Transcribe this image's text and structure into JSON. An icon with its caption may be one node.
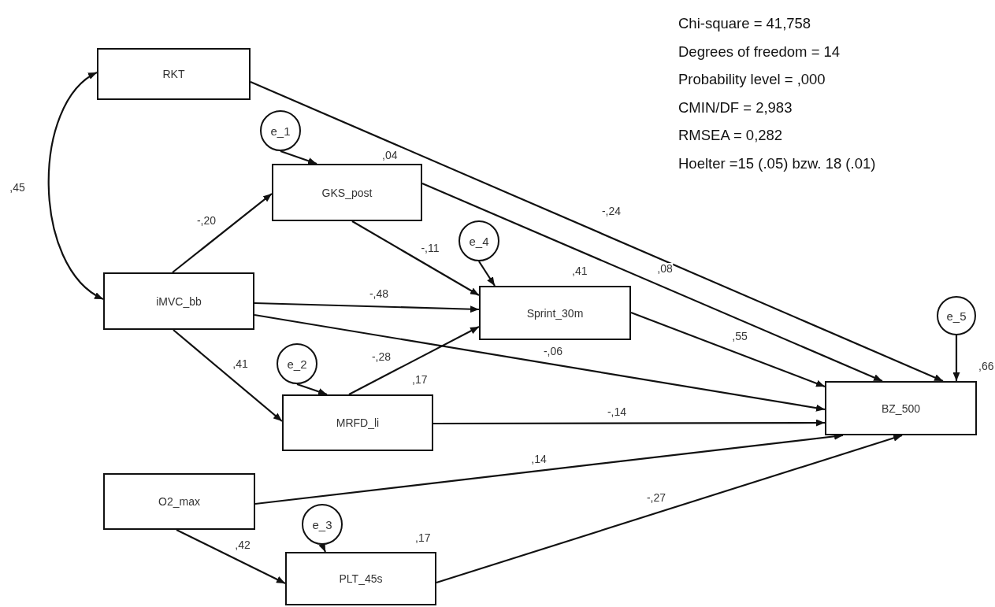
{
  "diagram": {
    "nodes": [
      {
        "text": [
          "RKT"
        ]
      },
      {
        "text": [
          "e_1"
        ]
      },
      {
        "text": [
          "GKS_post"
        ],
        "beside": [
          ",04"
        ]
      },
      {
        "text": [
          "e_4"
        ]
      },
      {
        "text": [
          "Sprint_30m"
        ],
        "beside": [
          ",41"
        ]
      },
      {
        "text": [
          "iMVC_bb"
        ]
      },
      {
        "text": [
          "e_2"
        ]
      },
      {
        "text": [
          "MRFD_li"
        ],
        "beside": [
          ",17"
        ]
      },
      {
        "text": [
          "O2_max"
        ]
      },
      {
        "text": [
          "e_3"
        ]
      },
      {
        "text": [
          "PLT_45s"
        ],
        "beside": [
          ",17"
        ]
      },
      {
        "text": [
          "e_5"
        ]
      },
      {
        "text": [
          "BZ_500"
        ],
        "beside": [
          ",66"
        ]
      }
    ],
    "edges": [
      {
        "from": 0,
        "to": 5,
        "arrow": "both",
        "label": ",45"
      },
      {
        "from": 5,
        "to": 2,
        "arrow": "to",
        "label": "-,20"
      },
      {
        "from": 1,
        "to": 2,
        "arrow": "to"
      },
      {
        "from": 2,
        "to": 4,
        "arrow": "to",
        "label": "-,11"
      },
      {
        "from": 3,
        "to": 4,
        "arrow": "to"
      },
      {
        "from": 5,
        "to": 4,
        "arrow": "to",
        "label": "-,48"
      },
      {
        "from": 5,
        "to": 12,
        "arrow": "to",
        "label": "-,06"
      },
      {
        "from": 5,
        "to": 7,
        "arrow": "to",
        "label": ",41"
      },
      {
        "from": 6,
        "to": 7,
        "arrow": "to"
      },
      {
        "from": 7,
        "to": 4,
        "arrow": "to",
        "label": "-,28"
      },
      {
        "from": 7,
        "to": 12,
        "arrow": "to",
        "label": "-,14"
      },
      {
        "from": 0,
        "to": 12,
        "arrow": "to",
        "label": "-,24"
      },
      {
        "from": 2,
        "to": 12,
        "arrow": "to",
        "label": ",08"
      },
      {
        "from": 4,
        "to": 12,
        "arrow": "to",
        "label": ",55"
      },
      {
        "from": 11,
        "to": 12,
        "arrow": "to"
      },
      {
        "from": 8,
        "to": 12,
        "arrow": "to",
        "label": ",14"
      },
      {
        "from": 8,
        "to": 10,
        "arrow": "to",
        "label": ",42"
      },
      {
        "from": 9,
        "to": 10,
        "arrow": "to"
      },
      {
        "from": 10,
        "to": 12,
        "arrow": "to",
        "label": "-,27"
      }
    ],
    "labels": [
      "Chi-square = 41,758",
      "Degrees of freedom = 14",
      "Probability level = ,000",
      "CMIN/DF = 2,983",
      "RMSEA = 0,282",
      "Hoelter =15 (.05) bzw. 18 (.01)"
    ]
  }
}
